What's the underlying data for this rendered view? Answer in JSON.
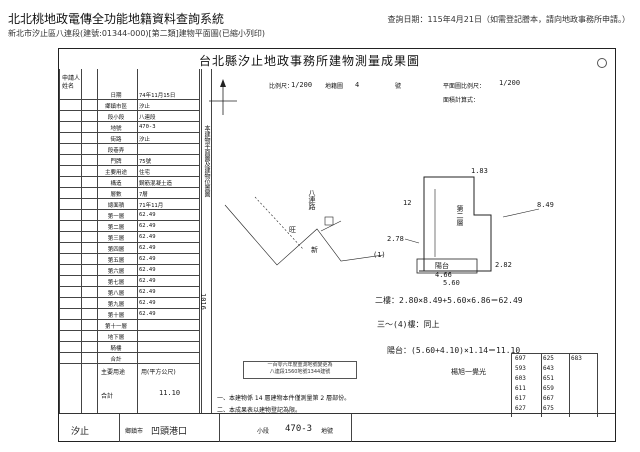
{
  "header": {
    "site_title": "北北桃地政電傳全功能地籍資料查詢系統",
    "query_date": "查詢日期：115年4月21日（如需登記謄本，請向地政事務所申請。）",
    "subtitle": "新北市汐止區八連段(建號:01344-000)[第二類]建物平面圖(已縮小列印)"
  },
  "form": {
    "title": "台北縣汐止地政事務所建物測量成果圖",
    "scale_label": "比例尺：",
    "scale_value": "1/200",
    "sheet_label": "地籍圖",
    "sheet_value": "4",
    "sheet_unit": "號",
    "plan_scale_label": "平面圖比例尺：",
    "plan_scale_value": "1/200",
    "area_calc_label": "面積計算式："
  },
  "table": {
    "applicant": "申請人",
    "surname": "姓名",
    "rows": [
      {
        "k": "日期",
        "v": "74年11月15日"
      },
      {
        "k": "鄉鎮市區",
        "v": "汐止"
      },
      {
        "k": "段小段",
        "v": "八連段"
      },
      {
        "k": "地號",
        "v": "470-3"
      },
      {
        "k": "街路",
        "v": "汐止"
      },
      {
        "k": "段巷弄",
        "v": ""
      },
      {
        "k": "門牌",
        "v": "75號"
      },
      {
        "k": "主要用途",
        "v": "住宅"
      },
      {
        "k": "構造",
        "v": "鋼筋混凝土造"
      },
      {
        "k": "層數",
        "v": "7層"
      },
      {
        "k": "總面積",
        "v": "71年11月"
      },
      {
        "k": "第一層",
        "v": "62.49"
      },
      {
        "k": "第二層",
        "v": "62.49"
      },
      {
        "k": "第三層",
        "v": "62.49"
      },
      {
        "k": "第四層",
        "v": "62.49"
      },
      {
        "k": "第五層",
        "v": "62.49"
      },
      {
        "k": "第六層",
        "v": "62.49"
      },
      {
        "k": "第七層",
        "v": "62.49"
      },
      {
        "k": "第八層",
        "v": "62.49"
      },
      {
        "k": "第九層",
        "v": "62.49"
      },
      {
        "k": "第十層",
        "v": "62.49"
      },
      {
        "k": "第十一層",
        "v": ""
      },
      {
        "k": "地下層",
        "v": ""
      },
      {
        "k": "騎樓",
        "v": ""
      },
      {
        "k": "合計",
        "v": ""
      }
    ],
    "shared": "主要用途",
    "shared_area": "用(平方公尺)",
    "total": "合計",
    "total_value": "11.10"
  },
  "notes": {
    "left_vertical": "本建物平面圖及建物位置圖",
    "margin_num": "1016",
    "annotation_1": "一、本建物係 14 層建物本件僅測量第 2 層部份。",
    "annotation_2": "二、本成果表以建物登記為限。"
  },
  "stamp": {
    "line1": "一百零六年度重測地號變更為",
    "line2": "八連段1560地號1344建號"
  },
  "drawing": {
    "label_road": "八連路",
    "label_land": "旺",
    "label_new": "新",
    "label_sub": "(1)",
    "dim_top": "1.83",
    "dim_left": "12",
    "dim_bottom1": "4.66",
    "dim_bottom2": "5.60",
    "dim_right1": "8.49",
    "dim_right2": "2.82",
    "dim_door": "2.78",
    "room_label": "第二層",
    "room_sub": "陽台",
    "calc1": "二樓：2.80×8.49+5.60×6.86＝62.49",
    "calc2": "三～(4)樓：同上",
    "calc3": "陽台：(5.60+4.10)×1.14＝11.10",
    "sign": "楊旭一覺光"
  },
  "tally": {
    "cols": [
      [
        "697",
        "593",
        "603",
        "611",
        "617",
        "627"
      ],
      [
        "625",
        "643",
        "651",
        "659",
        "667",
        "675"
      ],
      [
        "683",
        "",
        "",
        "",
        "",
        ""
      ]
    ]
  },
  "bottom": {
    "town": "汐止",
    "town_label": "鄉鎮市",
    "section": "凹頭港口",
    "section_label": "小段",
    "lot": "470-3",
    "lot_label": "地號"
  }
}
